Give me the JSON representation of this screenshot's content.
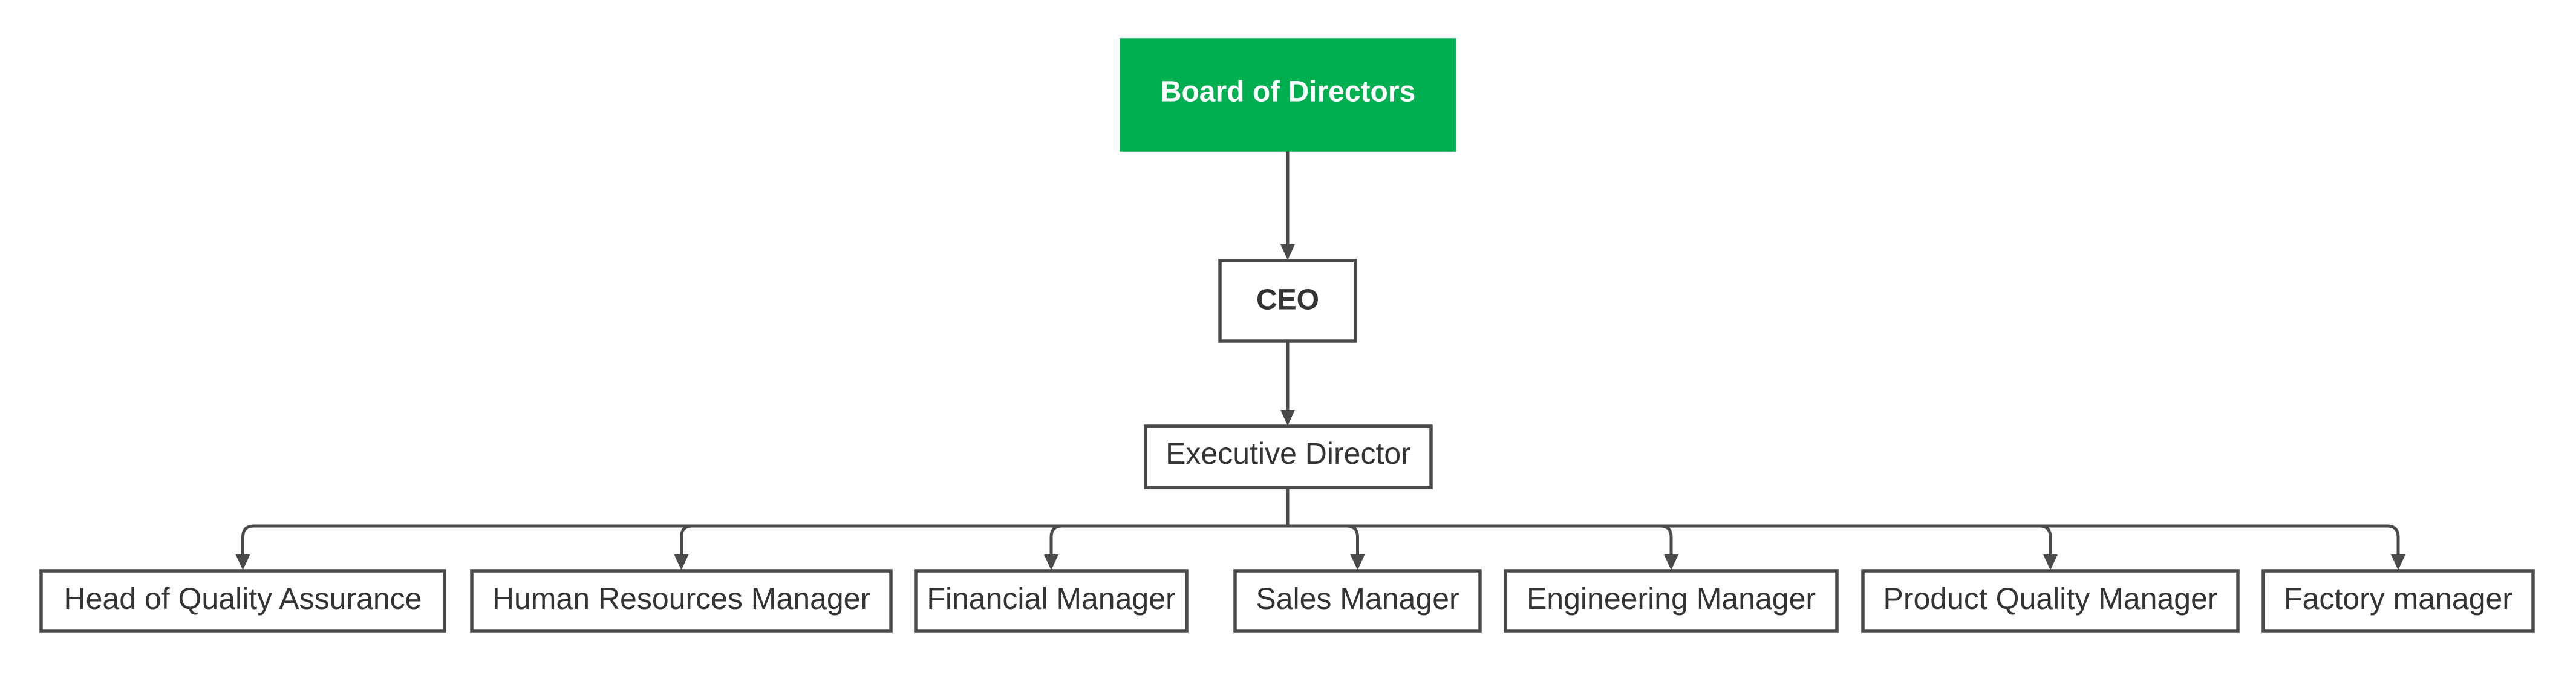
{
  "colors": {
    "root_fill": "#00b050",
    "root_text": "#ffffff",
    "box_border": "#4a4a4a",
    "box_text": "#333333",
    "connector": "#4a4a4a"
  },
  "diagram": {
    "root": {
      "label": "Board of Directors"
    },
    "ceo": {
      "label": "CEO"
    },
    "executive": {
      "label": "Executive Director"
    },
    "managers": [
      {
        "label": "Head of Quality Assurance"
      },
      {
        "label": "Human Resources Manager"
      },
      {
        "label": "Financial Manager"
      },
      {
        "label": "Sales Manager"
      },
      {
        "label": "Engineering Manager"
      },
      {
        "label": "Product Quality Manager"
      },
      {
        "label": "Factory manager"
      }
    ]
  }
}
